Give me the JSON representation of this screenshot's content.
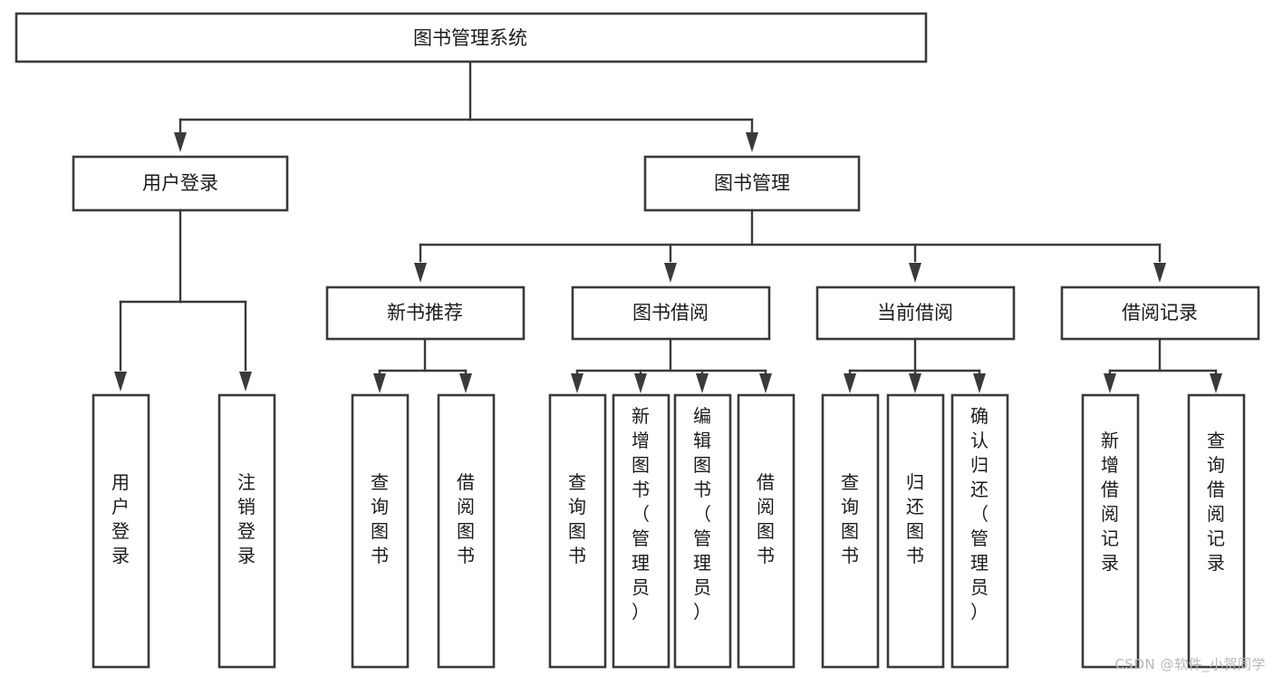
{
  "diagram": {
    "title": "图书管理系统",
    "type": "tree-hierarchy",
    "watermark": "CSDN @软件_小贺同学",
    "colors": {
      "box_stroke": "#3a3a3a",
      "box_fill": "#ffffff",
      "text": "#1b1b1b",
      "connector": "#3a3a3a",
      "watermark": "#b9b9b9",
      "background": "#ffffff"
    },
    "root": {
      "label": "图书管理系统",
      "orientation": "horizontal"
    },
    "level1": [
      {
        "label": "用户登录",
        "orientation": "horizontal"
      },
      {
        "label": "图书管理",
        "orientation": "horizontal"
      }
    ],
    "level2": [
      {
        "label": "新书推荐",
        "orientation": "horizontal",
        "parent": "图书管理"
      },
      {
        "label": "图书借阅",
        "orientation": "horizontal",
        "parent": "图书管理"
      },
      {
        "label": "当前借阅",
        "orientation": "horizontal",
        "parent": "图书管理"
      },
      {
        "label": "借阅记录",
        "orientation": "horizontal",
        "parent": "图书管理"
      }
    ],
    "leaves": {
      "用户登录": [
        {
          "label": "用户登录",
          "chars": [
            "用",
            "户",
            "登",
            "录"
          ]
        },
        {
          "label": "注销登录",
          "chars": [
            "注",
            "销",
            "登",
            "录"
          ]
        }
      ],
      "新书推荐": [
        {
          "label": "查询图书",
          "chars": [
            "查",
            "询",
            "图",
            "书"
          ]
        },
        {
          "label": "借阅图书",
          "chars": [
            "借",
            "阅",
            "图",
            "书"
          ]
        }
      ],
      "图书借阅": [
        {
          "label": "查询图书",
          "chars": [
            "查",
            "询",
            "图",
            "书"
          ]
        },
        {
          "label": "新增图书（管理员）",
          "chars": [
            "新",
            "增",
            "图",
            "书",
            "（",
            "管",
            "理",
            "员",
            "）"
          ]
        },
        {
          "label": "编辑图书（管理员）",
          "chars": [
            "编",
            "辑",
            "图",
            "书",
            "（",
            "管",
            "理",
            "员",
            "）"
          ]
        },
        {
          "label": "借阅图书",
          "chars": [
            "借",
            "阅",
            "图",
            "书"
          ]
        }
      ],
      "当前借阅": [
        {
          "label": "查询图书",
          "chars": [
            "查",
            "询",
            "图",
            "书"
          ]
        },
        {
          "label": "归还图书",
          "chars": [
            "归",
            "还",
            "图",
            "书"
          ]
        },
        {
          "label": "确认归还（管理员）",
          "chars": [
            "确",
            "认",
            "归",
            "还",
            "（",
            "管",
            "理",
            "员",
            "）"
          ]
        }
      ],
      "借阅记录": [
        {
          "label": "新增借阅记录",
          "chars": [
            "新",
            "增",
            "借",
            "阅",
            "记",
            "录"
          ]
        },
        {
          "label": "查询借阅记录",
          "chars": [
            "查",
            "询",
            "借",
            "阅",
            "记",
            "录"
          ]
        }
      ]
    }
  }
}
